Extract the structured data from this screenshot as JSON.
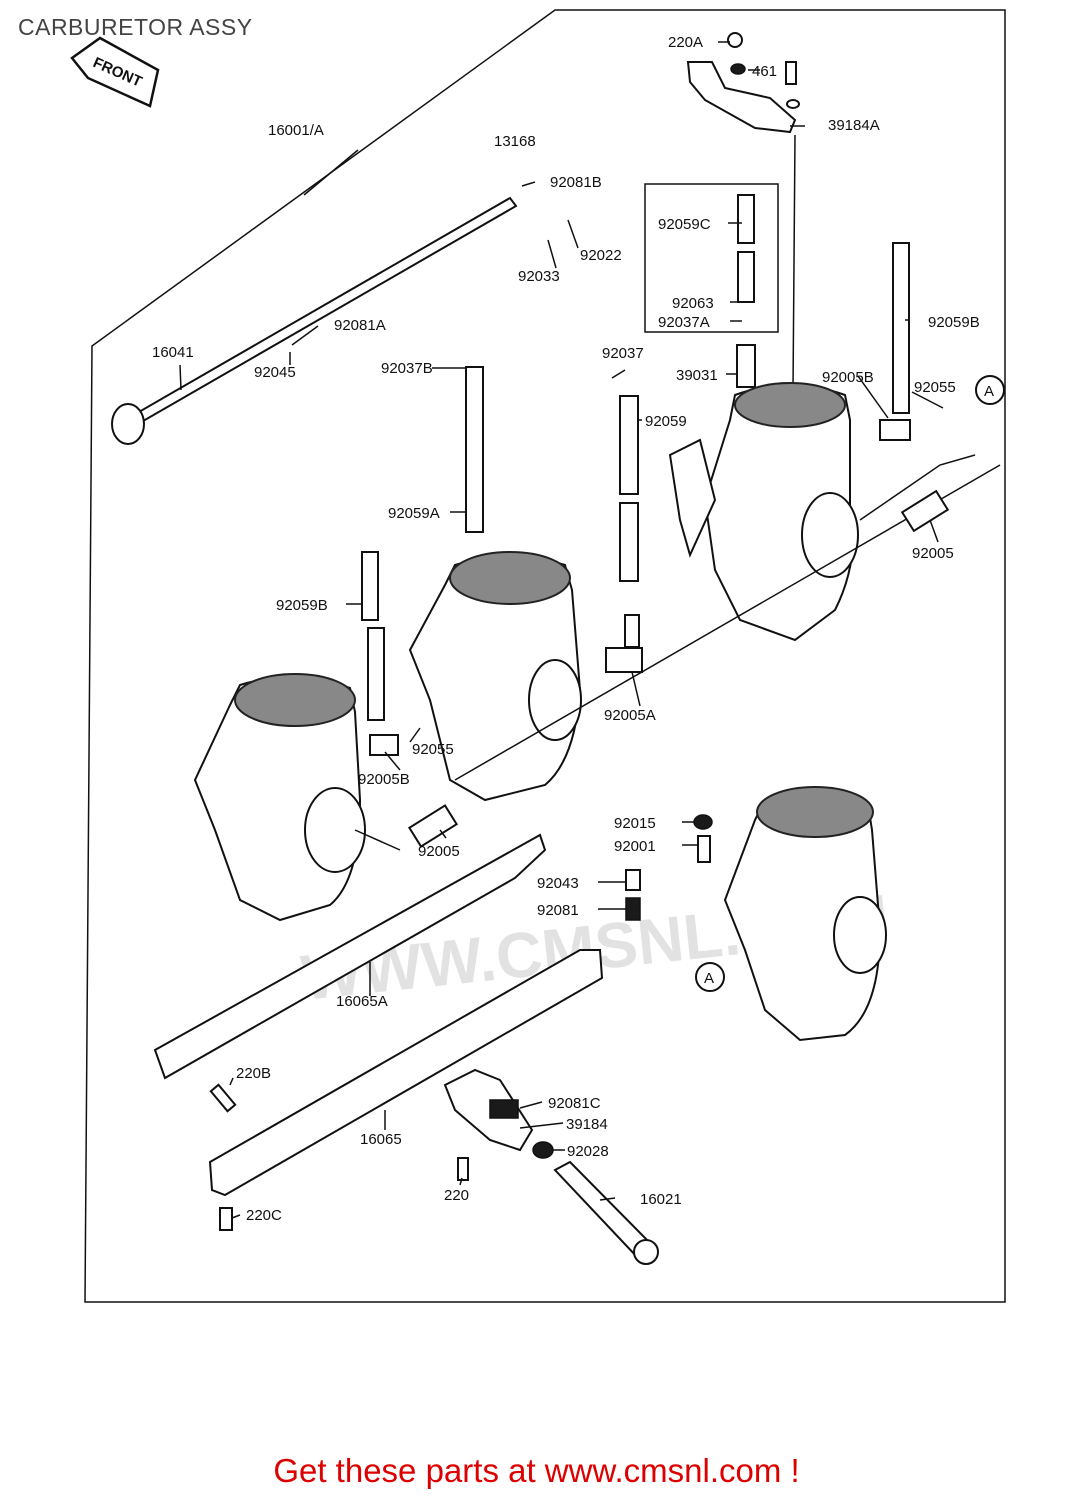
{
  "header": {
    "title": "CARBURETOR ASSY"
  },
  "diagram": {
    "front_label": "FRONT",
    "watermark": "WWW.CMSNL.COM",
    "callout_a": "A",
    "labels": {
      "p220A": "220A",
      "p461": "461",
      "p39184A": "39184A",
      "p16001A": "16001/A",
      "p13168": "13168",
      "p92081B": "92081B",
      "p92022": "92022",
      "p92033": "92033",
      "p92059C": "92059C",
      "p92063": "92063",
      "p92037A": "92037A",
      "p92081A": "92081A",
      "p16041": "16041",
      "p92045": "92045",
      "p92037B": "92037B",
      "p92037": "92037",
      "p39031": "39031",
      "p92059B_right": "92059B",
      "p92005B_right": "92005B",
      "p92055_right": "92055",
      "p92059": "92059",
      "p92059A": "92059A",
      "p92005_right": "92005",
      "p92059B_left": "92059B",
      "p92005A": "92005A",
      "p92055_mid": "92055",
      "p92005B_left": "92005B",
      "p92005_left": "92005",
      "p92015": "92015",
      "p92001": "92001",
      "p92043": "92043",
      "p92081": "92081",
      "p16065A": "16065A",
      "p220B": "220B",
      "p92081C": "92081C",
      "p39184": "39184",
      "p92028": "92028",
      "p16065": "16065",
      "p220": "220",
      "p16021": "16021",
      "p220C": "220C"
    }
  },
  "footer": {
    "cta": "Get these parts at www.cmsnl.com !"
  },
  "colors": {
    "cta": "#dd0000",
    "title": "#444444",
    "line": "#111111"
  }
}
